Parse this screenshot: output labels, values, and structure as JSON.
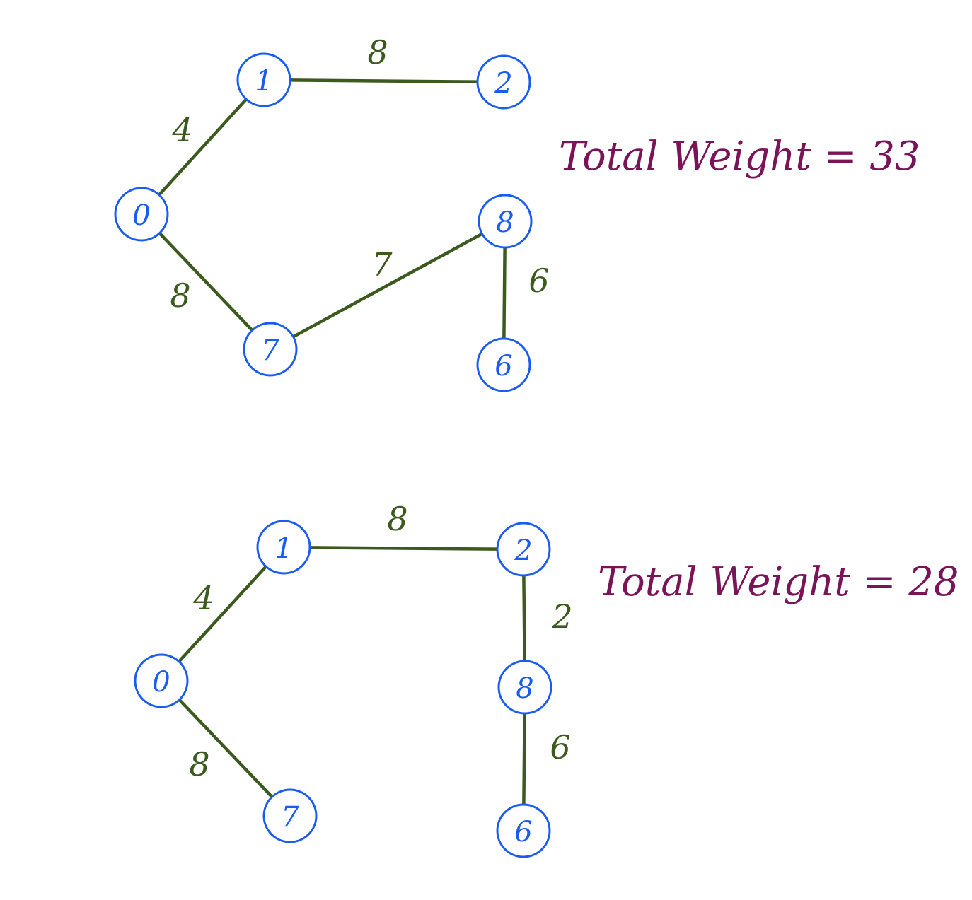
{
  "graphs": [
    {
      "total_label": "Total Weight = 33",
      "nodes": [
        {
          "id": "1",
          "label": "1"
        },
        {
          "id": "2",
          "label": "2"
        },
        {
          "id": "0",
          "label": "0"
        },
        {
          "id": "8",
          "label": "8"
        },
        {
          "id": "7",
          "label": "7"
        },
        {
          "id": "6",
          "label": "6"
        }
      ],
      "edges": [
        {
          "from": "1",
          "to": "2",
          "weight": "8"
        },
        {
          "from": "0",
          "to": "1",
          "weight": "4"
        },
        {
          "from": "0",
          "to": "7",
          "weight": "8"
        },
        {
          "from": "7",
          "to": "8",
          "weight": "7"
        },
        {
          "from": "8",
          "to": "6",
          "weight": "6"
        }
      ]
    },
    {
      "total_label": "Total Weight = 28",
      "nodes": [
        {
          "id": "1",
          "label": "1"
        },
        {
          "id": "2",
          "label": "2"
        },
        {
          "id": "0",
          "label": "0"
        },
        {
          "id": "8",
          "label": "8"
        },
        {
          "id": "7",
          "label": "7"
        },
        {
          "id": "6",
          "label": "6"
        }
      ],
      "edges": [
        {
          "from": "1",
          "to": "2",
          "weight": "8"
        },
        {
          "from": "0",
          "to": "1",
          "weight": "4"
        },
        {
          "from": "2",
          "to": "8",
          "weight": "2"
        },
        {
          "from": "0",
          "to": "7",
          "weight": "8"
        },
        {
          "from": "8",
          "to": "6",
          "weight": "6"
        }
      ]
    }
  ]
}
